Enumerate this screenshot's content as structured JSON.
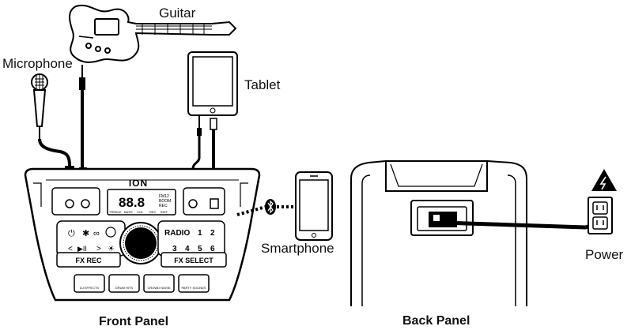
{
  "labels": {
    "guitar": "Guitar",
    "microphone": "Microphone",
    "tablet": "Tablet",
    "smartphone": "Smartphone",
    "power": "Power",
    "front_panel": "Front Panel",
    "back_panel": "Back Panel"
  },
  "front_panel": {
    "brand": "ION",
    "display_digits": "88.8",
    "display_right": [
      "FM12",
      "BOOM",
      "REC"
    ],
    "display_bottom": [
      "TREBLE",
      "BASS",
      "VOL",
      "REC",
      "INST"
    ],
    "radio_label": "RADIO",
    "buttons_top": [
      "1",
      "2"
    ],
    "buttons_mid": [
      "3",
      "4",
      "5",
      "6"
    ],
    "fx_rec": "FX REC",
    "fx_select": "FX SELECT",
    "pads": [
      "DJ EFFECTS",
      "DRUM HITS",
      "CROWD NOISE",
      "PARTY SOUNDS"
    ]
  },
  "icons": [
    "guitar-icon",
    "microphone-icon",
    "tablet-icon",
    "smartphone-icon",
    "bluetooth-icon",
    "power-outlet-icon",
    "high-voltage-warning-icon"
  ]
}
